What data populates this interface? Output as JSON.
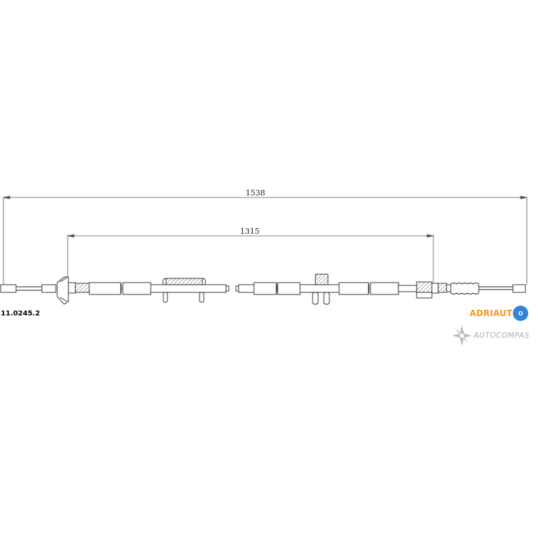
{
  "part_number": "11.0245.2",
  "dimensions": {
    "overall_length": "1538",
    "inner_length": "1315"
  },
  "logos": {
    "adriauto": {
      "word": "ADRIAUT",
      "badge": "O"
    },
    "autocompas": {
      "word": "AUTOCOMPAS"
    }
  },
  "colors": {
    "line": "#222222",
    "dimension": "#555555",
    "adriauto_orange": "#f39a1e",
    "adriauto_blue": "#2f86d6",
    "autocompas_gray": "#a9acb0"
  }
}
